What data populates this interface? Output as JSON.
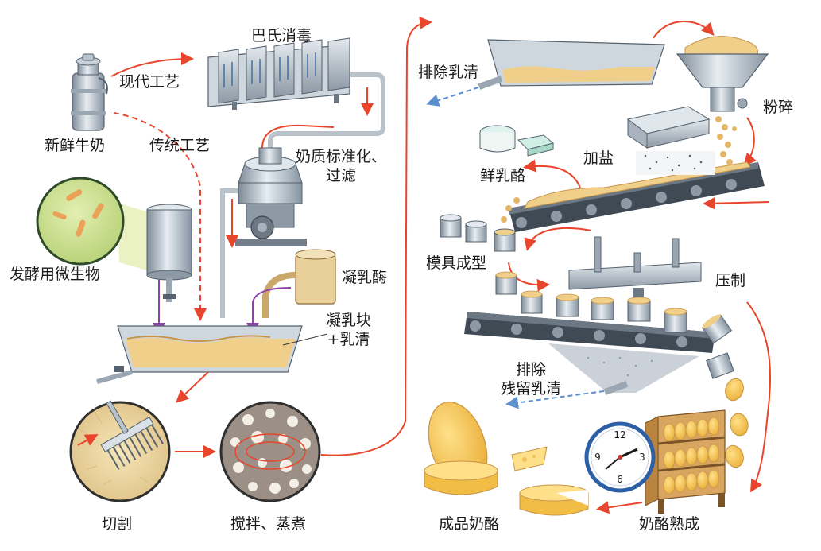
{
  "colors": {
    "flow_arrow": "#e8452c",
    "whey_arrow": "#5b8fd0",
    "enzyme_arrow": "#8e44ad",
    "steel": "#9aa6b2",
    "curd": "#f0cf8a",
    "cheese": "#f6c94a",
    "culture_bg": "#d6e79a"
  },
  "labels": {
    "milk": "新鲜牛奶",
    "modern": "现代工艺",
    "traditional": "传统工艺",
    "pasteurize": "巴氏消毒",
    "standardize_1": "奶质标准化、",
    "standardize_2": "过滤",
    "microbes": "发酵用微生物",
    "rennet": "凝乳酶",
    "curd_1": "凝乳块",
    "curd_2": "+乳清",
    "cut": "切割",
    "stir": "搅拌、蒸煮",
    "drain_whey": "排除乳清",
    "mill": "粉碎",
    "salt": "加盐",
    "fresh_cheese": "鲜乳酪",
    "mold": "模具成型",
    "press": "压制",
    "drain_residual_1": "排除",
    "drain_residual_2": "残留乳清",
    "ripen": "奶酪熟成",
    "final": "成品奶酪"
  },
  "clock": {
    "numbers": [
      "12",
      "3",
      "6",
      "9"
    ]
  }
}
